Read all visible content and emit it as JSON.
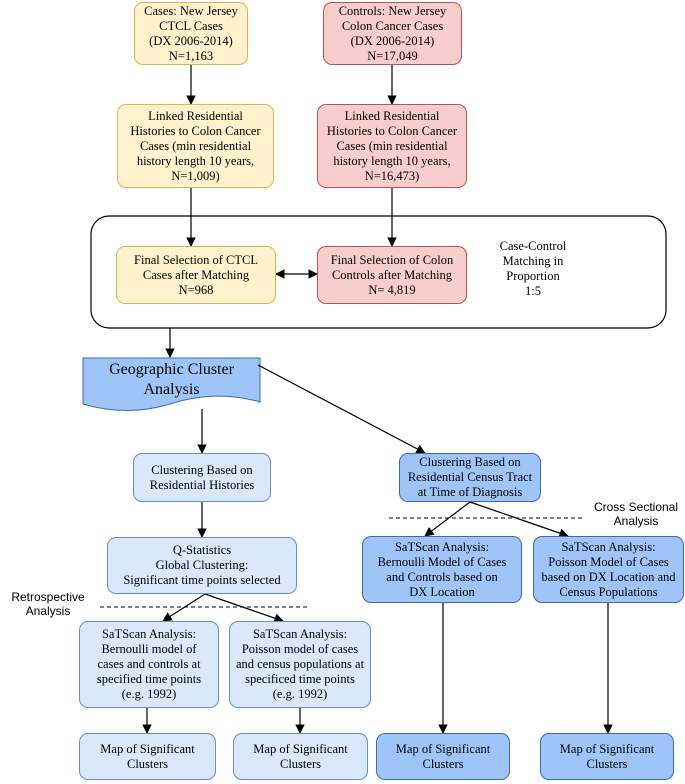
{
  "nodes": {
    "cases_nj": [
      "Cases: New Jersey",
      "CTCL Cases",
      "(DX 2006-2014)",
      "N=1,163"
    ],
    "controls_nj": [
      "Controls: New Jersey",
      "Colon Cancer Cases",
      "(DX 2006-2014)",
      "N=17,049"
    ],
    "linked_cases": [
      "Linked Residential",
      "Histories to Colon Cancer",
      "Cases (min residential",
      "history length 10 years,",
      "N=1,009)"
    ],
    "linked_controls": [
      "Linked Residential",
      "Histories to Colon Cancer",
      "Cases (min residential",
      "history length 10 years,",
      "N=16,473)"
    ],
    "final_cases": [
      "Final Selection of CTCL",
      "Cases after Matching",
      "N=968"
    ],
    "final_controls": [
      "Final Selection of Colon",
      "Controls after Matching",
      "N= 4,819"
    ],
    "geo_cluster": [
      "Geographic Cluster",
      "Analysis"
    ],
    "clustering_histories": [
      "Clustering Based on",
      "Residential Histories"
    ],
    "clustering_census": [
      "Clustering Based on",
      "Residential Census Tract",
      "at Time of Diagnosis"
    ],
    "qstat": [
      "Q-Statistics",
      "Global Clustering:",
      "Significant time points selected"
    ],
    "satscan_bern_retro": [
      "SaTScan Analysis:",
      "Bernoulli model of",
      "cases and controls at",
      "specified time points",
      "(e.g. 1992)"
    ],
    "satscan_pois_retro": [
      "SaTScan Analysis:",
      "Poisson model of cases",
      "and census populations  at",
      "specificed time points",
      "(e.g. 1992)"
    ],
    "satscan_bern_cross": [
      "SaTScan Analysis:",
      "Bernoulli Model of Cases",
      "and Controls based on",
      "DX Location"
    ],
    "satscan_pois_cross": [
      "SaTScan Analysis:",
      "Poisson Model of Cases",
      "based on DX Location and",
      "Census Populations"
    ],
    "map1": [
      "Map of Significant",
      "Clusters"
    ],
    "map2": [
      "Map of Significant",
      "Clusters"
    ],
    "map3": [
      "Map of Significant",
      "Clusters"
    ],
    "map4": [
      "Map of Significant",
      "Clusters"
    ]
  },
  "labels": {
    "matching": [
      "Case-Control",
      "Matching in",
      "Proportion",
      "1:5"
    ],
    "retrospective": [
      "Retrospective",
      "Analysis"
    ],
    "cross_sectional": [
      "Cross Sectional",
      "Analysis"
    ]
  },
  "colors": {
    "yellow_fill": "#fff2cc",
    "pink_fill": "#f8cecc",
    "light_blue_fill": "#dae8fc",
    "blue_fill": "#9fc5f8"
  }
}
